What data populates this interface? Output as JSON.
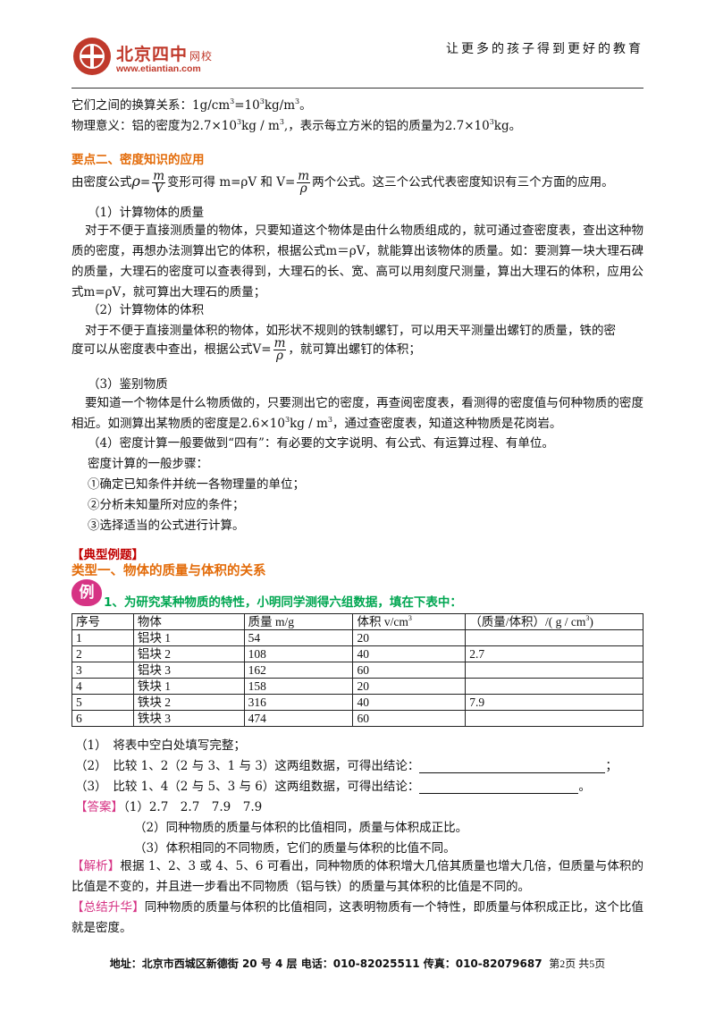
{
  "header": {
    "logo_cn": "北京四中",
    "logo_cn_small": "网校",
    "logo_url": "www.etiantian.com",
    "slogan": "让更多的孩子得到更好的教育"
  },
  "intro": {
    "conv_prefix": "它们之间的换算关系：1g/cm",
    "conv_mid": "=10",
    "conv_suffix": "kg/m",
    "conv_end": "。",
    "meaning_prefix": "物理意义：铝的密度为2.7×10",
    "meaning_mid": "kg / m",
    "meaning_mid2": "，表示每立方米的铝的质量为2.7×10",
    "meaning_end": "kg。",
    "sup3": "3",
    "sup_comma": ","
  },
  "key2": {
    "title": "要点二、密度知识的应用",
    "formula_prefix": "由密度公式",
    "rho": "ρ",
    "eq": "=",
    "m": "m",
    "V": "V",
    "formula_mid": "变形可得 m=ρV 和 V=",
    "formula_suffix": "两个公式。这三个公式代表密度知识有三个方面的应用。",
    "s1_title": "（1）计算物体的质量",
    "s1_body": "对于不便于直接测质量的物体，只要知道这个物体是由什么物质组成的，就可通过查密度表，查出这种物质的密度，再想办法测算出它的体积，根据公式m＝ρV，就能算出该物体的质量。如：要测算一块大理石碑的质量，大理石的密度可以查表得到，大理石的长、宽、高可以用刻度尺测量，算出大理石的体积，应用公式m=ρV，就可算出大理石的质量；",
    "s2_title": "（2）计算物体的体积",
    "s2_body1": "对于不便于直接测量体积的物体，如形状不规则的铁制螺钉，可以用天平测量出螺钉的质量，铁的密",
    "s2_body2_prefix": "度可以从密度表中查出，根据公式V=",
    "s2_body2_suffix": "，就可算出螺钉的体积；",
    "s3_title": "（3）鉴别物质",
    "s3_body_prefix": "要知道一个物体是什么物质做的，只要测出它的密度，再查阅密度表，看测得的密度值与何种物质的密度相近。如测算出某物质的密度是2.6×10",
    "s3_body_mid": "kg / m",
    "s3_body_suffix": "，通过查密度表，知道这种物质是花岗岩。",
    "s4": "（4）密度计算一般要做到“四有”：有必要的文字说明、有公式、有运算过程、有单位。",
    "steps_title": "密度计算的一般步骤：",
    "step1": "①确定已知条件并统一各物理量的单位；",
    "step2": "②分析未知量所对应的条件；",
    "step3": "③选择适当的公式进行计算。"
  },
  "examples": {
    "section": "【典型例题】",
    "type1": "类型一、物体的质量与体积的关系",
    "badge": "例",
    "q1": "1、为研究某种物质的特性，小明同学测得六组数据，填在下表中：",
    "table": {
      "headers": [
        "序号",
        "物体",
        "质量 m/g",
        "体积 v/cm",
        "（质量/体积）/( g / cm",
        ")"
      ],
      "rows": [
        [
          "1",
          "铝块 1",
          "54",
          "20",
          ""
        ],
        [
          "2",
          "铝块 2",
          "108",
          "40",
          "2.7"
        ],
        [
          "3",
          "铝块 3",
          "162",
          "60",
          ""
        ],
        [
          "4",
          "铁块 1",
          "158",
          "20",
          ""
        ],
        [
          "5",
          "铁块 2",
          "316",
          "40",
          "7.9"
        ],
        [
          "6",
          "铁块 3",
          "474",
          "60",
          ""
        ]
      ]
    },
    "sub1": "（1）　将表中空白处填写完整；",
    "sub2": "（2）　比较 1、2（2 与 3、1 与 3）这两组数据，可得出结论：",
    "sub2_end": "；",
    "sub3": "（3）　比较 1、4（2 与 5、3 与 6）这两组数据，可得出结论：",
    "sub3_end": "。",
    "answer_label": "【答案】",
    "answer1": "（1）2.7　2.7　7.9　7.9",
    "answer2": "（2）同种物质的质量与体积的比值相同，质量与体积成正比。",
    "answer3": "（3）体积相同的不同物质，它们的质量与体积的比值不同。",
    "analysis_label": "【解析】",
    "analysis_text": "根据 1、2、3 或 4、5、6 可看出，同种物质的体积增大几倍其质量也增大几倍，但质量与体积的比值是不变的，并且进一步看出不同物质（铝与铁）的质量与其体积的比值是不同的。",
    "summary_label": "【总结升华】",
    "summary_text": "同种物质的质量与体积的比值相同，这表明物质有一个特性，即质量与体积成正比，这个比值就是密度。"
  },
  "footer": {
    "text": "地址：北京市西城区新德街 20 号 4 层  电话：010-82025511  传真：010-82079687",
    "page": "第2页  共5页"
  },
  "colors": {
    "brand_red": "#c0392b",
    "heading_orange": "#e36c0a",
    "heading_red": "#c00000",
    "question_green": "#00a651",
    "label_magenta": "#d63384"
  }
}
